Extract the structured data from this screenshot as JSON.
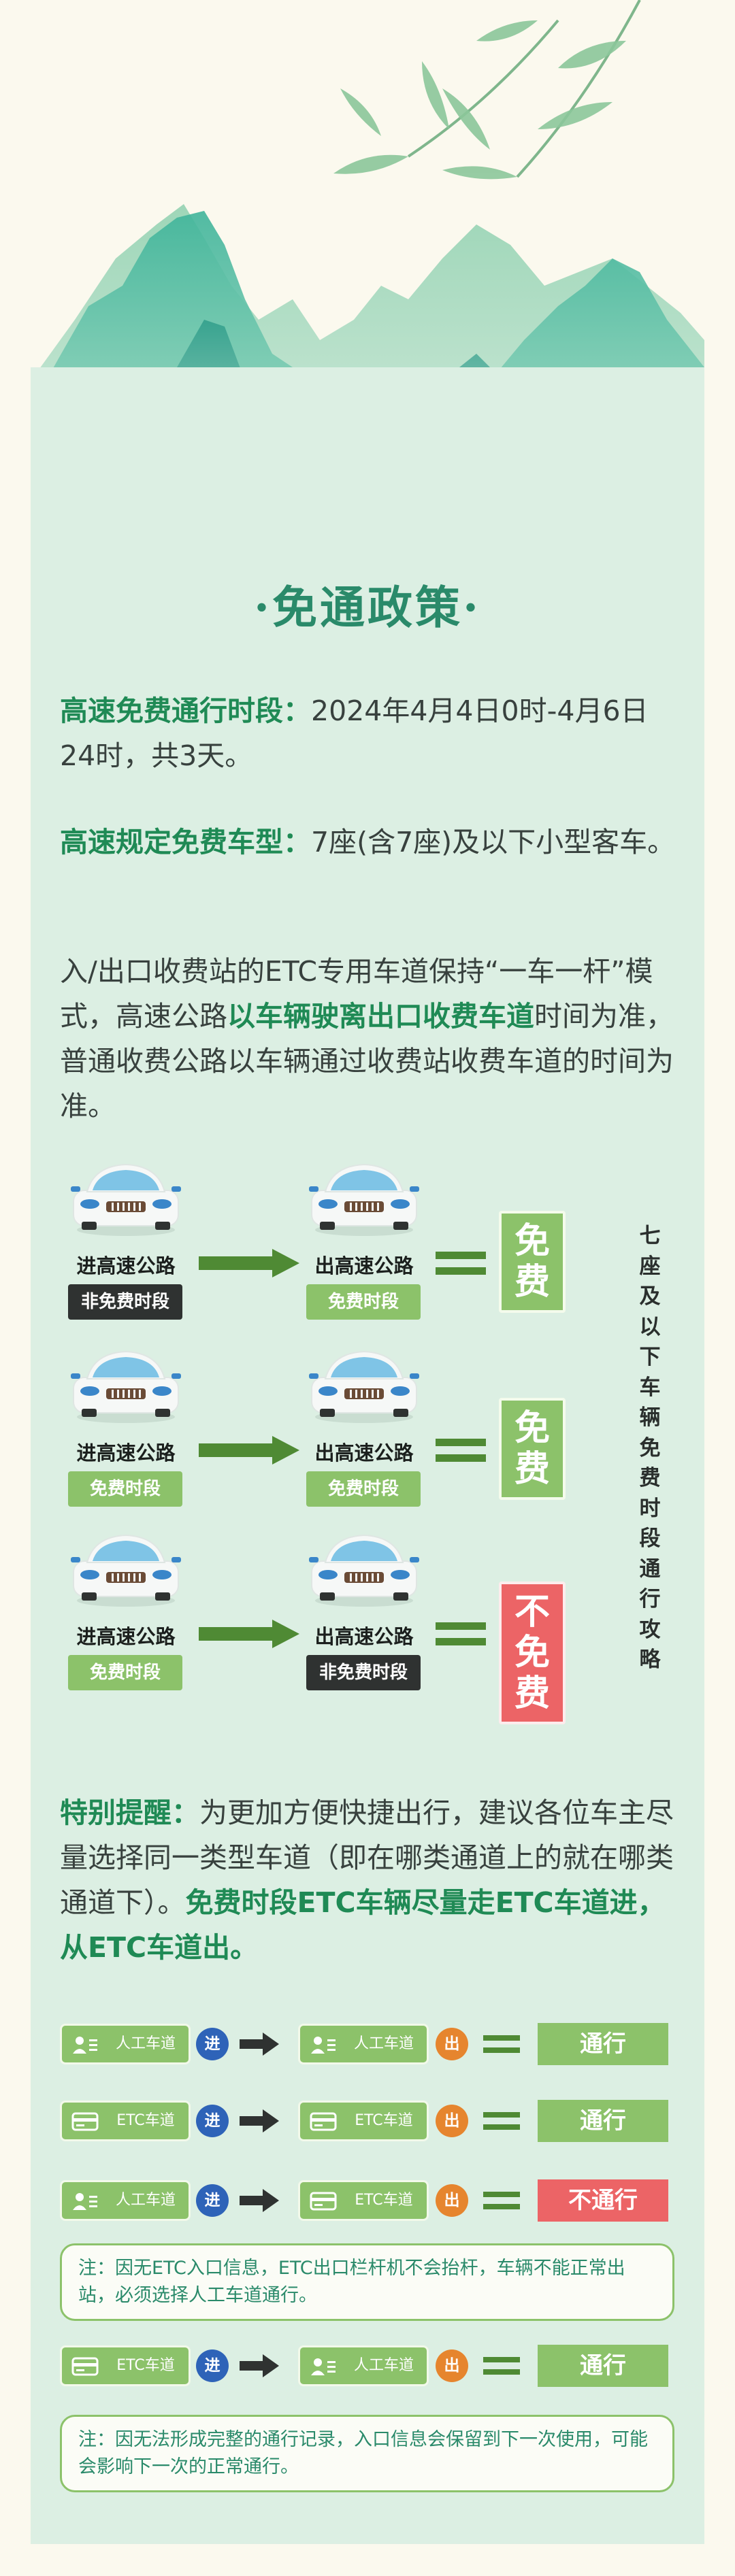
{
  "title": "·免通政策·",
  "period": {
    "label": "高速免费通行时段：",
    "text": "2024年4月4日0时-4月6日24时，共3天。"
  },
  "vehicle_type": {
    "label": "高速规定免费车型：",
    "text": "7座(含7座)及以下小型客车。"
  },
  "rule": {
    "part1": "入/出口收费站的ETC专用车道保持“一车一杆”模式，高速公路",
    "highlight": "以车辆驶离出口收费车道",
    "part2": "时间为准，普通收费公路以车辆通过收费站收费车道的时间为准。"
  },
  "car_rows": [
    {
      "enter_label": "进高速公路",
      "enter_tag": "非免费时段",
      "enter_tag_style": "dark",
      "exit_label": "出高速公路",
      "exit_tag": "免费时段",
      "exit_tag_style": "green",
      "result": "免费",
      "result_style": "green"
    },
    {
      "enter_label": "进高速公路",
      "enter_tag": "免费时段",
      "enter_tag_style": "green",
      "exit_label": "出高速公路",
      "exit_tag": "免费时段",
      "exit_tag_style": "green",
      "result": "免费",
      "result_style": "green"
    },
    {
      "enter_label": "进高速公路",
      "enter_tag": "免费时段",
      "enter_tag_style": "green",
      "exit_label": "出高速公路",
      "exit_tag": "非免费时段",
      "exit_tag_style": "dark",
      "result": "不免费",
      "result_style": "red"
    }
  ],
  "vertical_caption": "七座及以下车辆免费时段通行攻略",
  "reminder": {
    "label": "特别提醒：",
    "text": "为更加方便快捷出行，建议各位车主尽量选择同一类型车道（即在哪类通道上的就在哪类通道下）。",
    "highlight": "免费时段ETC车辆尽量走ETC车道进，从ETC车道出。"
  },
  "lane_rows": [
    {
      "in_lane": "人工车道",
      "in_icon": "person-icon",
      "in_badge": "进",
      "out_lane": "人工车道",
      "out_icon": "person-icon",
      "out_badge": "出",
      "result": "通行",
      "result_style": "green"
    },
    {
      "in_lane": "ETC车道",
      "in_icon": "card-icon",
      "in_badge": "进",
      "out_lane": "ETC车道",
      "out_icon": "card-icon",
      "out_badge": "出",
      "result": "通行",
      "result_style": "green"
    },
    {
      "in_lane": "人工车道",
      "in_icon": "person-icon",
      "in_badge": "进",
      "out_lane": "ETC车道",
      "out_icon": "card-icon",
      "out_badge": "出",
      "result": "不通行",
      "result_style": "red"
    },
    {
      "in_lane": "ETC车道",
      "in_icon": "card-icon",
      "in_badge": "进",
      "out_lane": "人工车道",
      "out_icon": "person-icon",
      "out_badge": "出",
      "result": "通行",
      "result_style": "green"
    }
  ],
  "notes": [
    "注：因无ETC入口信息，ETC出口栏杆机不会抬杆，车辆不能正常出站，必须选择人工车道通行。",
    "注：因无法形成完整的通行记录，入口信息会保留到下一次使用，可能会影响下一次的正常通行。"
  ],
  "colors": {
    "accent_green": "#1f8a55",
    "title_green": "#2a8a6a",
    "tag_green": "#8cc26a",
    "tag_dark": "#2f3231",
    "stop_red": "#ec6466",
    "badge_blue": "#2e63b8",
    "badge_orange": "#e6852e"
  }
}
